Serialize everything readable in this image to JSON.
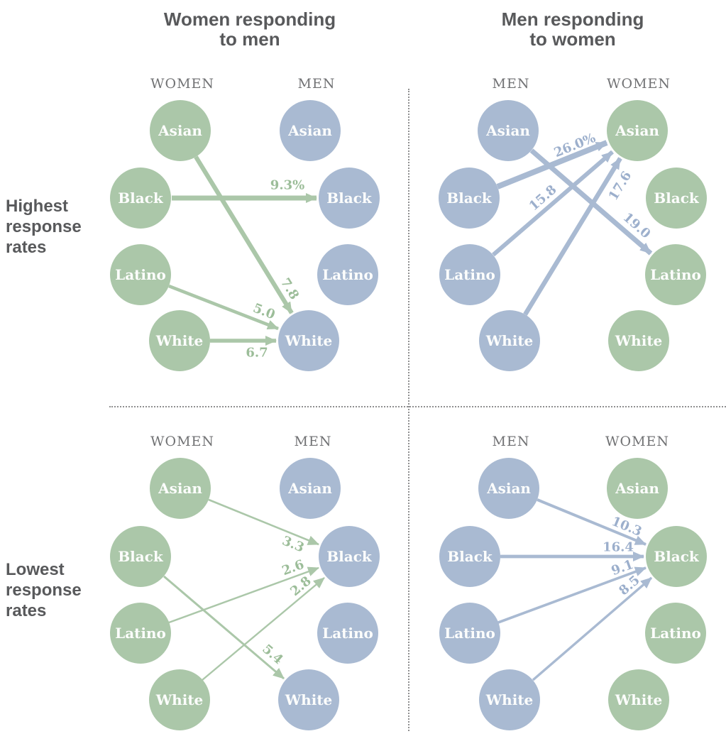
{
  "titles": {
    "left": {
      "line1": "Women responding",
      "line2": "to men"
    },
    "right": {
      "line1": "Men responding",
      "line2": "to women"
    }
  },
  "side_labels": {
    "top": "Highest response rates",
    "bottom": "Lowest response rates"
  },
  "colors": {
    "women_fill": "#abc7a9",
    "men_fill": "#a9bad2",
    "women_value_text": "#9cbd99",
    "men_value_text": "#9cafcc",
    "heading_text": "#58595b",
    "column_label_text": "#717274",
    "node_text": "#fcfdfc",
    "divider": "#8f8f90"
  },
  "quadrants": [
    {
      "name": "Highest response rates — Women responding to men",
      "col1_label": "WOMEN",
      "col2_label": "MEN",
      "left_nodes": [
        "Asian",
        "Black",
        "Latino",
        "White"
      ],
      "right_nodes": [
        "Asian",
        "Black",
        "Latino",
        "White"
      ],
      "edges": [
        {
          "from": "Black woman",
          "to": "Black man",
          "value": "9.3%",
          "w": "7"
        },
        {
          "from": "Asian woman",
          "to": "White man",
          "value": "7.8",
          "w": "6.3"
        },
        {
          "from": "Latino woman",
          "to": "White man",
          "value": "5.0",
          "w": "4.6"
        },
        {
          "from": "White woman",
          "to": "White man",
          "value": "6.7",
          "w": "5.4"
        }
      ]
    },
    {
      "name": "Highest response rates — Men responding to women",
      "col1_label": "MEN",
      "col2_label": "WOMEN",
      "left_nodes": [
        "Asian",
        "Black",
        "Latino",
        "White"
      ],
      "right_nodes": [
        "Asian",
        "Black",
        "Latino",
        "White"
      ],
      "edges": [
        {
          "from": "Black man",
          "to": "Asian woman",
          "value": "26.0%",
          "w": "8"
        },
        {
          "from": "Latino man",
          "to": "Asian woman",
          "value": "15.8",
          "w": "6"
        },
        {
          "from": "White man",
          "to": "Asian woman",
          "value": "17.6",
          "w": "6.5"
        },
        {
          "from": "Asian man",
          "to": "Latino woman",
          "value": "19.0",
          "w": "7"
        }
      ]
    },
    {
      "name": "Lowest response rates — Women responding to men",
      "col1_label": "WOMEN",
      "col2_label": "MEN",
      "left_nodes": [
        "Asian",
        "Black",
        "Latino",
        "White"
      ],
      "right_nodes": [
        "Asian",
        "Black",
        "Latino",
        "White"
      ],
      "edges": [
        {
          "from": "Asian woman",
          "to": "Black man",
          "value": "3.3",
          "w": "2.6"
        },
        {
          "from": "Latino woman",
          "to": "Black man",
          "value": "2.6",
          "w": "2.4"
        },
        {
          "from": "White woman",
          "to": "Black man",
          "value": "2.8",
          "w": "2.4"
        },
        {
          "from": "Black woman",
          "to": "White man",
          "value": "5.4",
          "w": "3"
        }
      ]
    },
    {
      "name": "Lowest response rates — Men responding to women",
      "col1_label": "MEN",
      "col2_label": "WOMEN",
      "left_nodes": [
        "Asian",
        "Black",
        "Latino",
        "White"
      ],
      "right_nodes": [
        "Asian",
        "Black",
        "Latino",
        "White"
      ],
      "edges": [
        {
          "from": "Asian man",
          "to": "Black woman",
          "value": "10.3",
          "w": "4"
        },
        {
          "from": "Black man",
          "to": "Black woman",
          "value": "16.4",
          "w": "4.8"
        },
        {
          "from": "Latino man",
          "to": "Black woman",
          "value": "9.1",
          "w": "3.6"
        },
        {
          "from": "White man",
          "to": "Black woman",
          "value": "8.5",
          "w": "3.4"
        }
      ]
    }
  ],
  "chart_data": {
    "type": "table",
    "columns": [
      "panel",
      "direction",
      "from_race",
      "to_race",
      "response_rate"
    ],
    "rows": [
      [
        "Highest",
        "Women responding to men",
        "Black",
        "Black",
        9.3
      ],
      [
        "Highest",
        "Women responding to men",
        "Asian",
        "White",
        7.8
      ],
      [
        "Highest",
        "Women responding to men",
        "Latino",
        "White",
        5.0
      ],
      [
        "Highest",
        "Women responding to men",
        "White",
        "White",
        6.7
      ],
      [
        "Highest",
        "Men responding to women",
        "Black",
        "Asian",
        26.0
      ],
      [
        "Highest",
        "Men responding to women",
        "Latino",
        "Asian",
        15.8
      ],
      [
        "Highest",
        "Men responding to women",
        "White",
        "Asian",
        17.6
      ],
      [
        "Highest",
        "Men responding to women",
        "Asian",
        "Latino",
        19.0
      ],
      [
        "Lowest",
        "Women responding to men",
        "Asian",
        "Black",
        3.3
      ],
      [
        "Lowest",
        "Women responding to men",
        "Latino",
        "Black",
        2.6
      ],
      [
        "Lowest",
        "Women responding to men",
        "White",
        "Black",
        2.8
      ],
      [
        "Lowest",
        "Women responding to men",
        "Black",
        "White",
        5.4
      ],
      [
        "Lowest",
        "Men responding to women",
        "Asian",
        "Black",
        10.3
      ],
      [
        "Lowest",
        "Men responding to women",
        "Black",
        "Black",
        16.4
      ],
      [
        "Lowest",
        "Men responding to women",
        "Latino",
        "Black",
        9.1
      ],
      [
        "Lowest",
        "Men responding to women",
        "White",
        "Black",
        8.5
      ]
    ]
  }
}
